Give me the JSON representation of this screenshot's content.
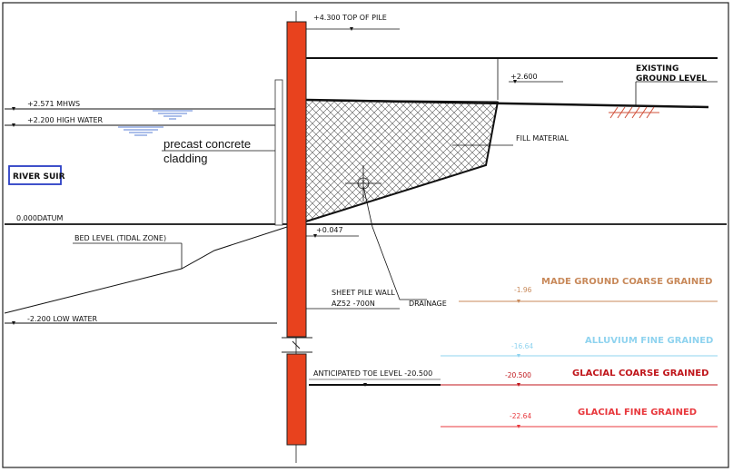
{
  "drawing": {
    "top_of_pile": "+4.300 TOP OF PILE",
    "existing_ground": [
      "EXISTING",
      "GROUND LEVEL"
    ],
    "level_2600": "+2.600",
    "mhws": "+2.571 MHWS",
    "high_water": "+2.200 HIGH WATER",
    "cladding": [
      "precast concrete",
      "cladding"
    ],
    "fill_material": "FILL MATERIAL",
    "river": "RIVER SUIR",
    "datum": "0.000DATUM",
    "level_0047": "+0.047",
    "bed_level": "BED LEVEL (TIDAL ZONE)",
    "sheet_pile": [
      "SHEET PILE WALL",
      "AZ52 -700N"
    ],
    "drainage": "DRAINAGE",
    "low_water": "-2.200 LOW WATER",
    "toe_level": "ANTICIPATED TOE LEVEL -20.500"
  },
  "strata": [
    {
      "name": "MADE GROUND COARSE GRAINED",
      "level": "-1.96",
      "color": "#c8895a"
    },
    {
      "name": "ALLUVIUM FINE GRAINED",
      "level": "-16.64",
      "color": "#8fd3ef"
    },
    {
      "name": "GLACIAL COARSE GRAINED",
      "level": "-20.500",
      "color": "#c0161b"
    },
    {
      "name": "GLACIAL FINE GRAINED",
      "level": "-22.64",
      "color": "#e8383d"
    }
  ],
  "colors": {
    "pile": "#e8421e",
    "river_box": "#2a3ec4",
    "water": "#5a7fd6"
  }
}
